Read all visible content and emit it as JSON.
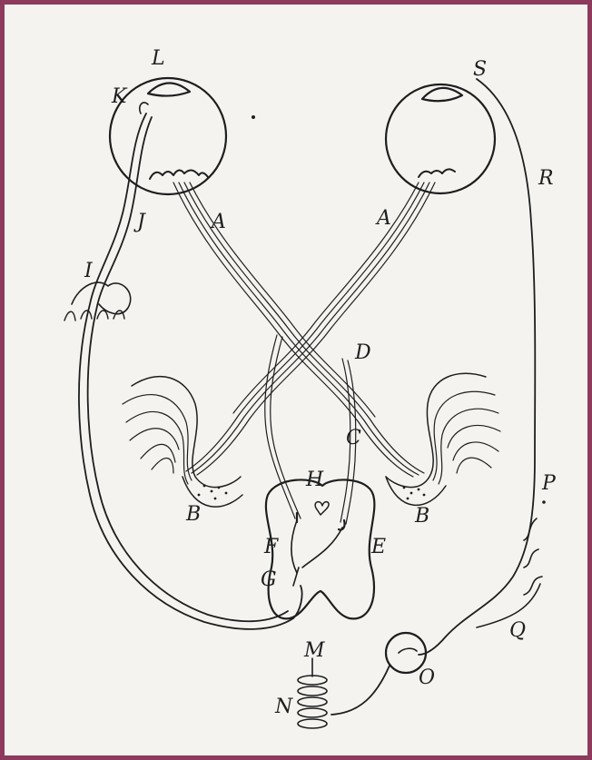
{
  "figure": {
    "border_color": "#8e3a5c",
    "paper_color": "#f4f3ef",
    "ink_color": "#1e1e1e"
  },
  "labels": {
    "L": "L",
    "K": "K",
    "S": "S",
    "R": "R",
    "J": "J",
    "A_left": "A",
    "A_right": "A",
    "I": "I",
    "D": "D",
    "C": "C",
    "H": "H",
    "B_left": "B",
    "B_right": "B",
    "E": "E",
    "F": "F",
    "G": "G",
    "P": "P",
    "Q": "Q",
    "M": "M",
    "N": "N",
    "O": "O"
  }
}
